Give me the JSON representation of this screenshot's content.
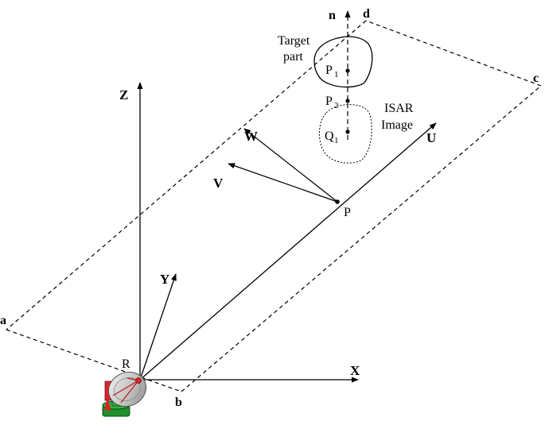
{
  "diagram": {
    "axes": {
      "z": "Z",
      "x": "X",
      "y": "Y"
    },
    "radar": {
      "label": "R"
    },
    "plane_corners": {
      "a": "a",
      "b": "b",
      "c": "c",
      "d": "d"
    },
    "vectors": {
      "u": "U",
      "v": "V",
      "w": "W",
      "n": "n"
    },
    "points": {
      "p": "P",
      "p1_main": "P",
      "p1_sub": "1",
      "p2_main": "P",
      "p2_sub": "2",
      "q1_main": "Q",
      "q1_sub": "1"
    },
    "target_label_line1": "Target",
    "target_label_line2": "part",
    "isar_label_line1": "ISAR",
    "isar_label_line2": "Image"
  }
}
